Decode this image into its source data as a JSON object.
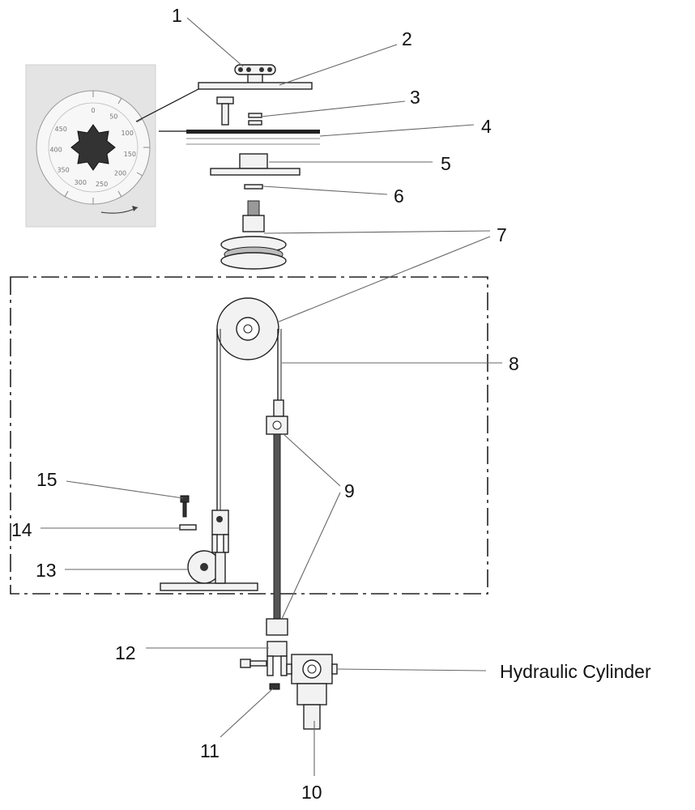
{
  "callouts": [
    {
      "id": "1",
      "text": "1"
    },
    {
      "id": "2",
      "text": "2"
    },
    {
      "id": "3",
      "text": "3"
    },
    {
      "id": "4",
      "text": "4"
    },
    {
      "id": "5",
      "text": "5"
    },
    {
      "id": "6",
      "text": "6"
    },
    {
      "id": "7",
      "text": "7"
    },
    {
      "id": "8",
      "text": "8"
    },
    {
      "id": "9",
      "text": "9"
    },
    {
      "id": "10",
      "text": "10"
    },
    {
      "id": "11",
      "text": "11"
    },
    {
      "id": "12",
      "text": "12"
    },
    {
      "id": "13",
      "text": "13"
    },
    {
      "id": "14",
      "text": "14"
    },
    {
      "id": "15",
      "text": "15"
    }
  ],
  "hydraulic_label": "Hydraulic Cylinder",
  "dial": {
    "ticks": [
      "0",
      "50",
      "100",
      "150",
      "200",
      "250",
      "300",
      "350",
      "400",
      "450"
    ]
  }
}
